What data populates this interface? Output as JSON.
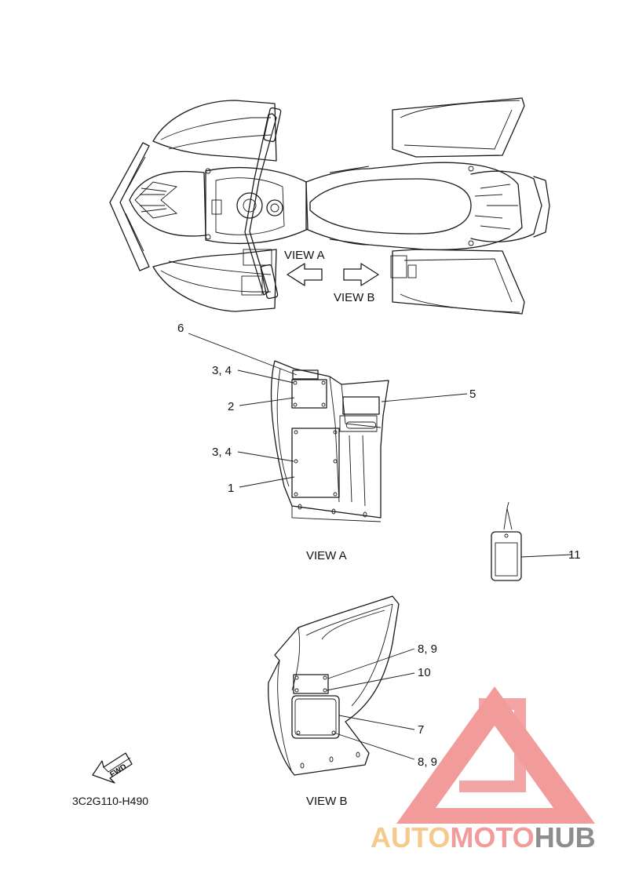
{
  "diagram": {
    "view_a_label_top": "VIEW A",
    "view_b_label_top": "VIEW B",
    "view_a_caption": "VIEW A",
    "view_b_caption": "VIEW B",
    "diagram_code": "3C2G110-H490",
    "fwd_label": "FWD",
    "callouts": {
      "c1": "1",
      "c2": "2",
      "c34a": "3, 4",
      "c34b": "3, 4",
      "c5": "5",
      "c6": "6",
      "c7": "7",
      "c89a": "8, 9",
      "c89b": "8, 9",
      "c10": "10",
      "c11": "11"
    }
  },
  "watermark": {
    "part1": "AUTO",
    "part2": "MOTO",
    "part3": "HUB",
    "colors": {
      "auto": "#f5c07a",
      "moto": "#f08a8a",
      "hub": "#7a7a7a",
      "triangle": "#f08a8a"
    }
  }
}
